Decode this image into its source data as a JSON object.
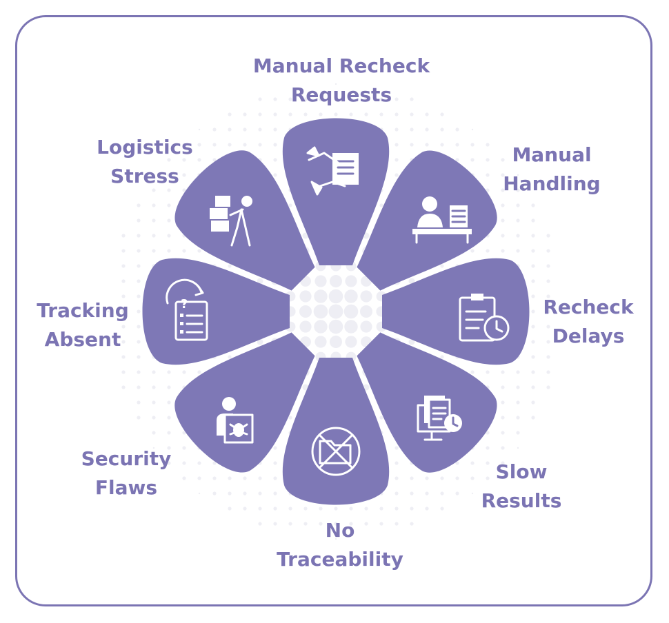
{
  "colors": {
    "petal": "#7e78b6",
    "text": "#7b74b3",
    "border": "#7b74b3",
    "icon": "#ffffff"
  },
  "items": [
    {
      "line1": "Manual Recheck",
      "line2": "Requests",
      "icon": "handshake-document-icon"
    },
    {
      "line1": "Manual",
      "line2": "Handling",
      "icon": "person-at-desk-icon"
    },
    {
      "line1": "Recheck",
      "line2": "Delays",
      "icon": "clipboard-clock-icon"
    },
    {
      "line1": "Slow",
      "line2": "Results",
      "icon": "documents-clock-icon"
    },
    {
      "line1": "No",
      "line2": "Traceability",
      "icon": "crossed-folder-icon"
    },
    {
      "line1": "Security",
      "line2": "Flaws",
      "icon": "person-bug-icon"
    },
    {
      "line1": "Tracking",
      "line2": "Absent",
      "icon": "question-checklist-icon"
    },
    {
      "line1": "Logistics",
      "line2": "Stress",
      "icon": "person-carrying-boxes-icon"
    }
  ]
}
